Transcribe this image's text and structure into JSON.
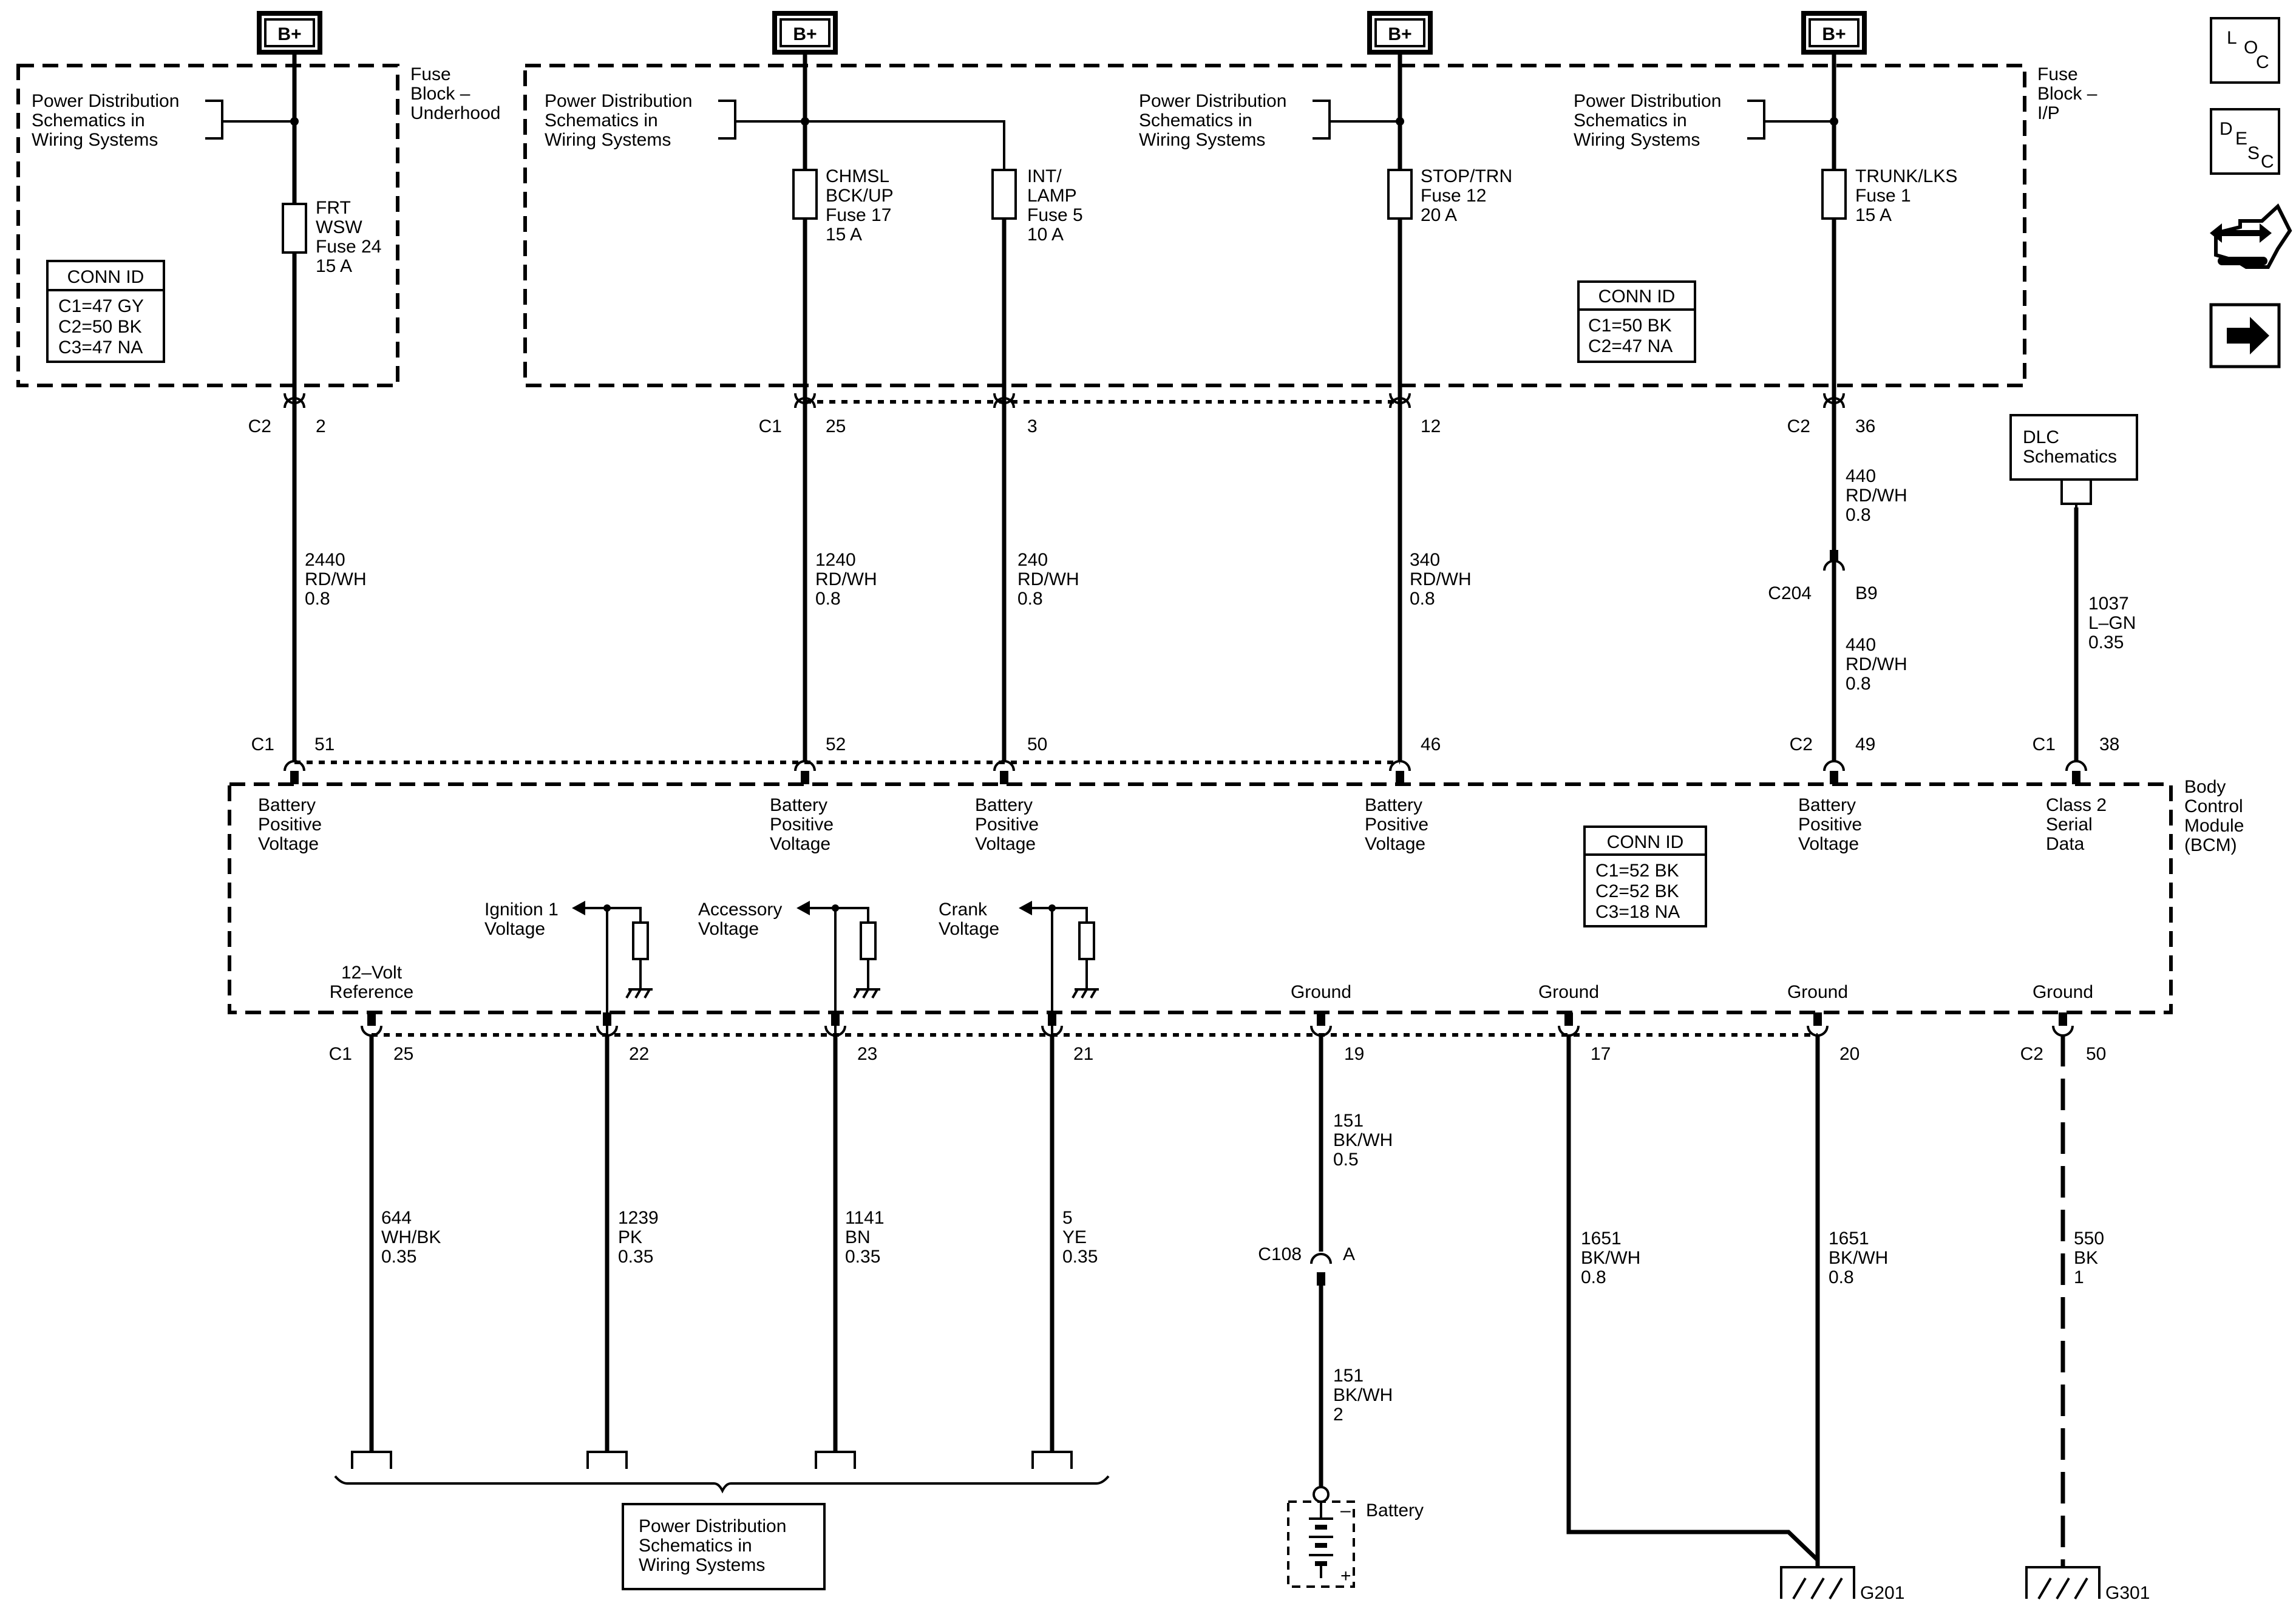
{
  "supply_label": "B+",
  "fuse_blocks": {
    "underhood": [
      "Fuse",
      "Block –",
      "Underhood"
    ],
    "ip": [
      "Fuse",
      "Block –",
      "I/P"
    ]
  },
  "power_dist_ref": [
    "Power Distribution",
    "Schematics in",
    "Wiring Systems"
  ],
  "fuses": [
    {
      "id": "frt_wsw",
      "lines": [
        "FRT",
        "WSW",
        "Fuse 24",
        "15 A"
      ]
    },
    {
      "id": "chmsl",
      "lines": [
        "CHMSL",
        "BCK/UP",
        "Fuse 17",
        "15 A"
      ]
    },
    {
      "id": "int_lamp",
      "lines": [
        "INT/",
        "LAMP",
        "Fuse 5",
        "10 A"
      ]
    },
    {
      "id": "stop_trn",
      "lines": [
        "STOP/TRN",
        "Fuse 12",
        "20 A"
      ]
    },
    {
      "id": "trunk_lks",
      "lines": [
        "TRUNK/LKS",
        "Fuse 1",
        "15 A"
      ]
    }
  ],
  "conn_id_tables": [
    {
      "id": "underhood",
      "title": "CONN ID",
      "rows": [
        "C1=47 GY",
        "C2=50 BK",
        "C3=47 NA"
      ]
    },
    {
      "id": "ip",
      "title": "CONN ID",
      "rows": [
        "C1=50 BK",
        "C2=47 NA"
      ]
    },
    {
      "id": "bcm",
      "title": "CONN ID",
      "rows": [
        "C1=52 BK",
        "C2=52 BK",
        "C3=18 NA"
      ]
    }
  ],
  "fuse_outputs": [
    {
      "conn": "C2",
      "pin": "2"
    },
    {
      "conn": "C1",
      "pin": "25"
    },
    {
      "conn": "",
      "pin": "3"
    },
    {
      "conn": "",
      "pin": "12"
    },
    {
      "conn": "C2",
      "pin": "36"
    }
  ],
  "upper_wires": [
    {
      "id": "w2440",
      "lines": [
        "2440",
        "RD/WH",
        "0.8"
      ]
    },
    {
      "id": "w1240",
      "lines": [
        "1240",
        "RD/WH",
        "0.8"
      ]
    },
    {
      "id": "w240",
      "lines": [
        "240",
        "RD/WH",
        "0.8"
      ]
    },
    {
      "id": "w340",
      "lines": [
        "340",
        "RD/WH",
        "0.8"
      ]
    },
    {
      "id": "w440a",
      "lines": [
        "440",
        "RD/WH",
        "0.8"
      ]
    },
    {
      "id": "w440b",
      "lines": [
        "440",
        "RD/WH",
        "0.8"
      ]
    },
    {
      "id": "w1037",
      "lines": [
        "1037",
        "L–GN",
        "0.35"
      ]
    }
  ],
  "inline_connectors": [
    {
      "id": "c204",
      "name": "C204",
      "pin": "B9"
    },
    {
      "id": "c108",
      "name": "C108",
      "pin": "A"
    }
  ],
  "dlc_box": [
    "DLC",
    "Schematics"
  ],
  "bcm": {
    "name": [
      "Body",
      "Control",
      "Module",
      "(BCM)"
    ],
    "top_pins": [
      {
        "conn": "C1",
        "pin": "51",
        "label": [
          "Battery",
          "Positive",
          "Voltage"
        ]
      },
      {
        "conn": "",
        "pin": "52",
        "label": [
          "Battery",
          "Positive",
          "Voltage"
        ]
      },
      {
        "conn": "",
        "pin": "50",
        "label": [
          "Battery",
          "Positive",
          "Voltage"
        ]
      },
      {
        "conn": "",
        "pin": "46",
        "label": [
          "Battery",
          "Positive",
          "Voltage"
        ]
      },
      {
        "conn": "C2",
        "pin": "49",
        "label": [
          "Battery",
          "Positive",
          "Voltage"
        ]
      },
      {
        "conn": "C1",
        "pin": "38",
        "label": [
          "Class 2",
          "Serial",
          "Data"
        ]
      }
    ],
    "inputs": [
      {
        "label": [
          "Ignition 1",
          "Voltage"
        ]
      },
      {
        "label": [
          "Accessory",
          "Voltage"
        ]
      },
      {
        "label": [
          "Crank",
          "Voltage"
        ]
      }
    ],
    "bottom_pins": [
      {
        "conn": "C1",
        "pin": "25",
        "label": [
          "12–Volt",
          "Reference"
        ]
      },
      {
        "conn": "",
        "pin": "22",
        "label": []
      },
      {
        "conn": "",
        "pin": "23",
        "label": []
      },
      {
        "conn": "",
        "pin": "21",
        "label": []
      },
      {
        "conn": "",
        "pin": "19",
        "label": [
          "Ground"
        ]
      },
      {
        "conn": "",
        "pin": "17",
        "label": [
          "Ground"
        ]
      },
      {
        "conn": "",
        "pin": "20",
        "label": [
          "Ground"
        ]
      },
      {
        "conn": "C2",
        "pin": "50",
        "label": [
          "Ground"
        ]
      }
    ]
  },
  "lower_wires": [
    {
      "id": "w644",
      "lines": [
        "644",
        "WH/BK",
        "0.35"
      ]
    },
    {
      "id": "w1239",
      "lines": [
        "1239",
        "PK",
        "0.35"
      ]
    },
    {
      "id": "w1141",
      "lines": [
        "1141",
        "BN",
        "0.35"
      ]
    },
    {
      "id": "w5",
      "lines": [
        "5",
        "YE",
        "0.35"
      ]
    },
    {
      "id": "w151a",
      "lines": [
        "151",
        "BK/WH",
        "0.5"
      ]
    },
    {
      "id": "w151b",
      "lines": [
        "151",
        "BK/WH",
        "2"
      ]
    },
    {
      "id": "w1651a",
      "lines": [
        "1651",
        "BK/WH",
        "0.8"
      ]
    },
    {
      "id": "w1651b",
      "lines": [
        "1651",
        "BK/WH",
        "0.8"
      ]
    },
    {
      "id": "w550",
      "lines": [
        "550",
        "BK",
        "1"
      ]
    }
  ],
  "battery_label": "Battery",
  "battery_terminals": {
    "neg": "–",
    "pos": "+"
  },
  "grounds": [
    {
      "name": "G201"
    },
    {
      "name": "G301"
    }
  ],
  "nav_icons": [
    {
      "name": "loc-icon",
      "letters": [
        "L",
        "O",
        "C"
      ]
    },
    {
      "name": "desc-icon",
      "letters": [
        "D",
        "E",
        "S",
        "C"
      ]
    },
    {
      "name": "repair-tools-icon"
    },
    {
      "name": "next-arrow-icon"
    }
  ]
}
